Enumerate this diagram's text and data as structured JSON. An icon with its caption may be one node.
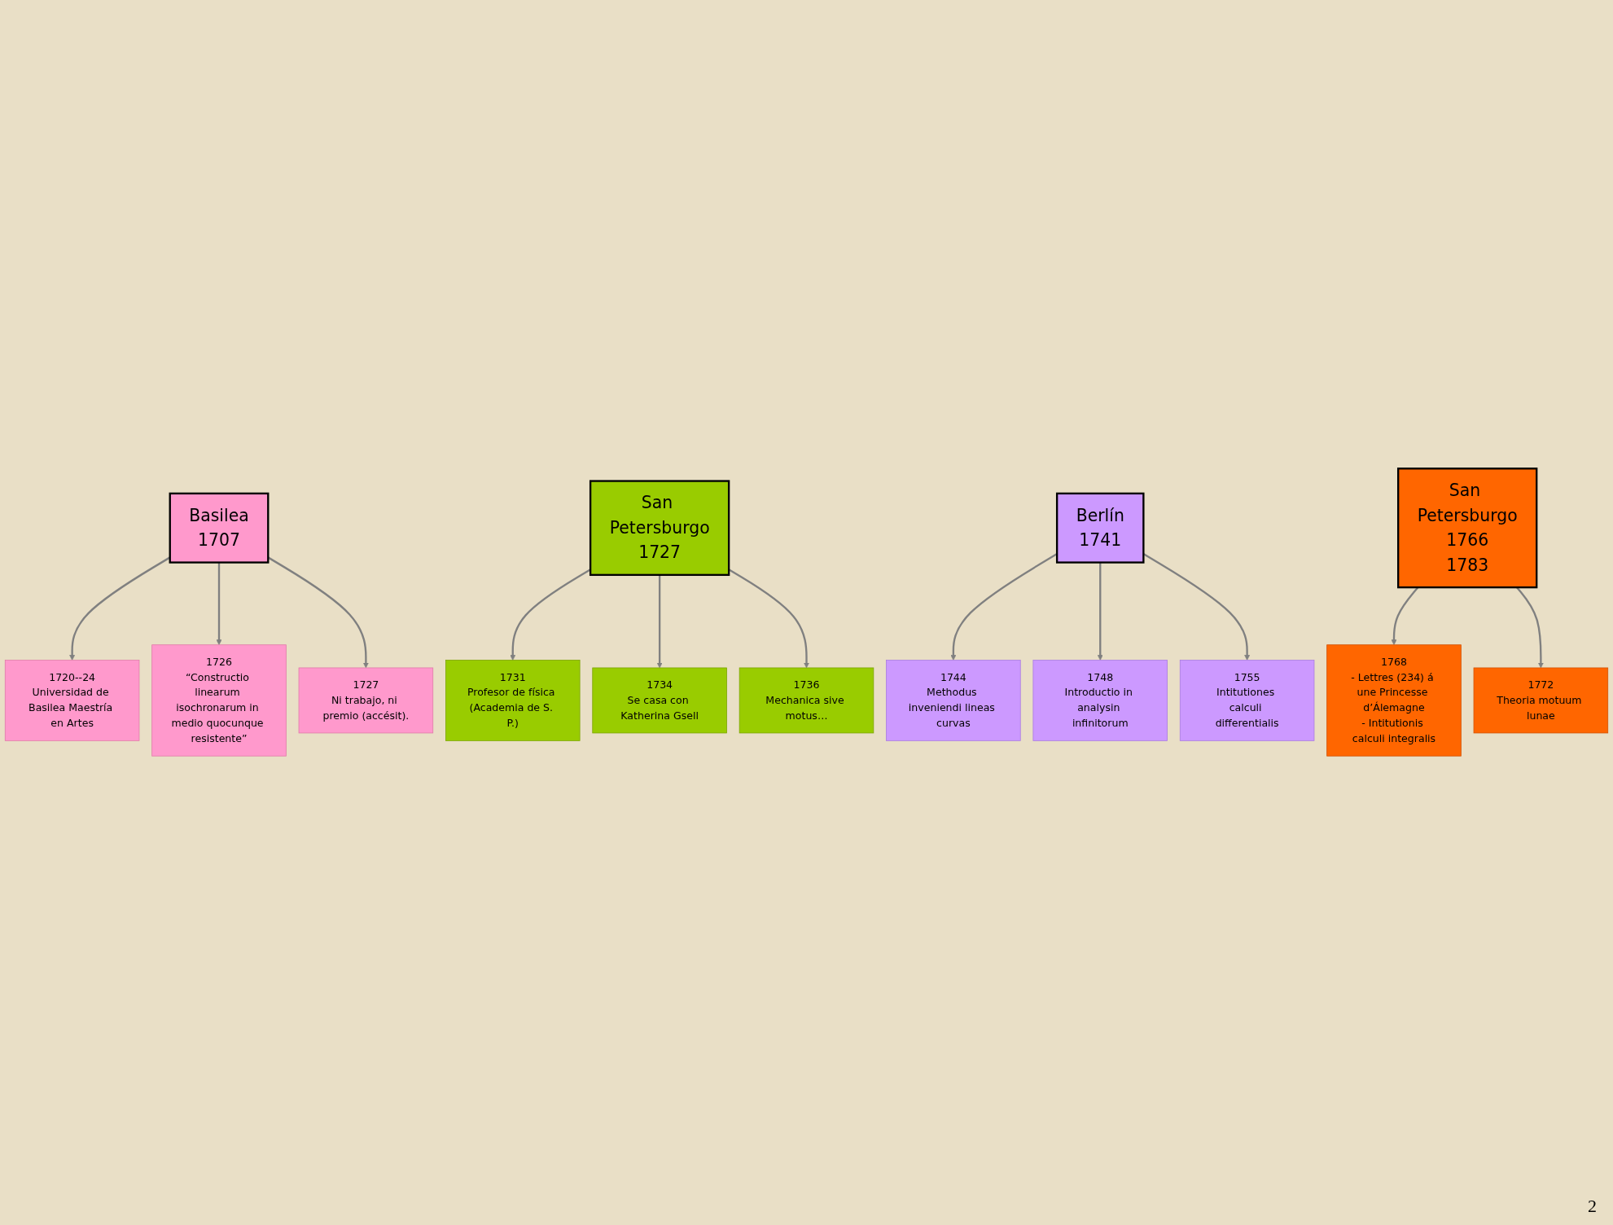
{
  "diagram": {
    "nodes": [
      {
        "text": [
          "Basilea",
          "1707"
        ]
      },
      {
        "text": [
          "San Petersburgo",
          "1727"
        ]
      },
      {
        "text": [
          "Berlín",
          "1741"
        ]
      },
      {
        "text": [
          "San Petersburgo",
          "1766",
          "1783"
        ]
      },
      {
        "text": [
          "1726",
          "“Constructio linearum isochronarum in medio quocunque resistente”"
        ]
      },
      {
        "text": [
          "1727",
          "Ni trabajo, ni premio (accésit)."
        ]
      },
      {
        "text": [
          "1720--24",
          "Universidad de Basilea Maestría en Artes"
        ]
      },
      {
        "text": [
          "1748",
          "Introductio in analysin infinitorum"
        ]
      },
      {
        "text": [
          "1744",
          "Methodus inveniendi lineas curvas"
        ]
      },
      {
        "text": [
          "1755",
          "Intitutiones calculi differentialis"
        ]
      },
      {
        "text": [
          "1734",
          "Se casa con Katherina Gsell"
        ]
      },
      {
        "text": [
          "1736",
          "Mechanica sive motus…"
        ]
      },
      {
        "text": [
          "1731",
          "Profesor de física (Academia de S. P.)"
        ]
      },
      {
        "text": [
          "1772",
          "Theoria motuum lunae"
        ]
      },
      {
        "text": [
          "1768",
          "- Lettres (234) á une Princesse d’Álemagne",
          "- Intitutionis calculi integralis"
        ]
      }
    ],
    "edges": [
      {
        "from": 0,
        "to": 6,
        "arrow": "to"
      },
      {
        "from": 0,
        "to": 4,
        "arrow": "to"
      },
      {
        "from": 0,
        "to": 5,
        "arrow": "to"
      },
      {
        "from": 2,
        "to": 8,
        "arrow": "to"
      },
      {
        "from": 2,
        "to": 7,
        "arrow": "to"
      },
      {
        "from": 2,
        "to": 9,
        "arrow": "to"
      },
      {
        "from": 1,
        "to": 12,
        "arrow": "to"
      },
      {
        "from": 1,
        "to": 10,
        "arrow": "to"
      },
      {
        "from": 1,
        "to": 11,
        "arrow": "to"
      },
      {
        "from": 3,
        "to": 14,
        "arrow": "to"
      },
      {
        "from": 3,
        "to": 13,
        "arrow": "to"
      }
    ],
    "labels": [
      "2"
    ]
  }
}
